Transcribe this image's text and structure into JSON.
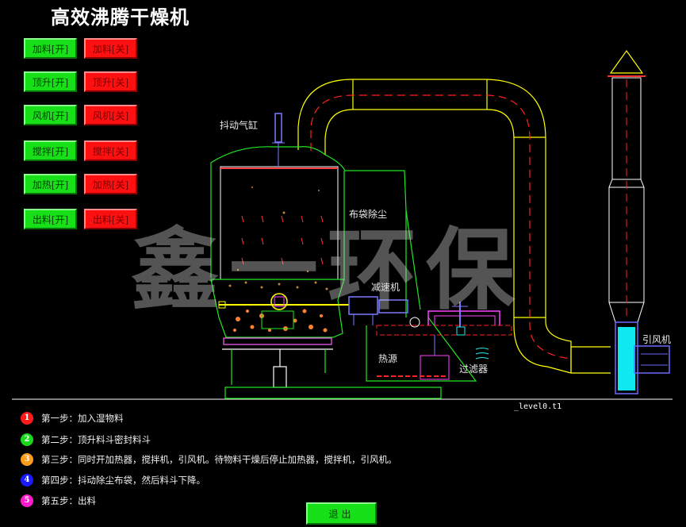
{
  "title": "高效沸腾干燥机",
  "buttons": [
    {
      "on": "加料[开]",
      "off": "加料[关]"
    },
    {
      "on": "顶升[开]",
      "off": "顶升[关]"
    },
    {
      "on": "风机[开]",
      "off": "风机[关]"
    },
    {
      "on": "搅拌[开]",
      "off": "搅拌[关]"
    },
    {
      "on": "加热[开]",
      "off": "加热[关]"
    },
    {
      "on": "出料[开]",
      "off": "出料[关]"
    }
  ],
  "labels": {
    "cylinder": "抖动气缸",
    "bag_filter": "布袋除尘",
    "reducer": "减速机",
    "heat_source": "热源",
    "filter": "过滤器",
    "fan": "引风机"
  },
  "watermark": "鑫一环保",
  "level_tag": "_level0.t1",
  "steps": [
    {
      "num": "1",
      "color": "#ff1a1a",
      "text": "第一步：加入湿物料"
    },
    {
      "num": "2",
      "color": "#1ad81a",
      "text": "第二步：顶升料斗密封料斗"
    },
    {
      "num": "3",
      "color": "#ff9a1a",
      "text": "第三步：同时开加热器，搅拌机，引风机。待物料干燥后停止加热器，搅拌机，引风机。"
    },
    {
      "num": "4",
      "color": "#1a1aff",
      "text": "第四步：抖动除尘布袋，然后料斗下降。"
    },
    {
      "num": "5",
      "color": "#ff1acb",
      "text": "第五步：出料"
    }
  ],
  "exit_label": "退出"
}
